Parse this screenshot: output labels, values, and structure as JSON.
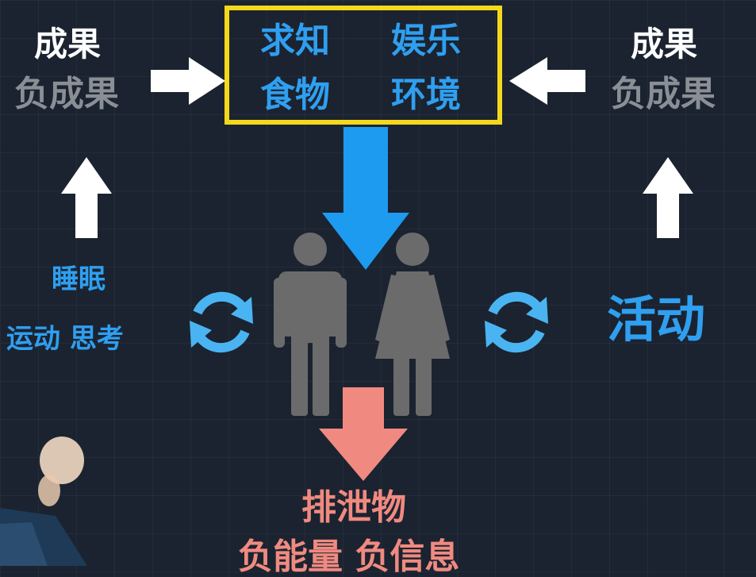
{
  "top_box": {
    "items": [
      "求知",
      "娱乐",
      "食物",
      "环境"
    ]
  },
  "left": {
    "result": "成果",
    "negative_result": "负成果",
    "inputs_line1": "睡眠",
    "inputs_line2": "运动 思考"
  },
  "right": {
    "result": "成果",
    "negative_result": "负成果",
    "activity": "活动"
  },
  "bottom": {
    "output": "排泄物",
    "negatives": "负能量 负信息"
  },
  "colors": {
    "background": "#1b2330",
    "box_border": "#f4d81c",
    "blue": "#2f9ff0",
    "salmon": "#f08a80",
    "grey": "#8a8f96",
    "figure": "#6b6b6b"
  },
  "icons": [
    "arrow-right-icon",
    "arrow-left-icon",
    "arrow-up-icon",
    "arrow-down-icon",
    "refresh-cycle-icon",
    "man-icon",
    "woman-icon"
  ]
}
